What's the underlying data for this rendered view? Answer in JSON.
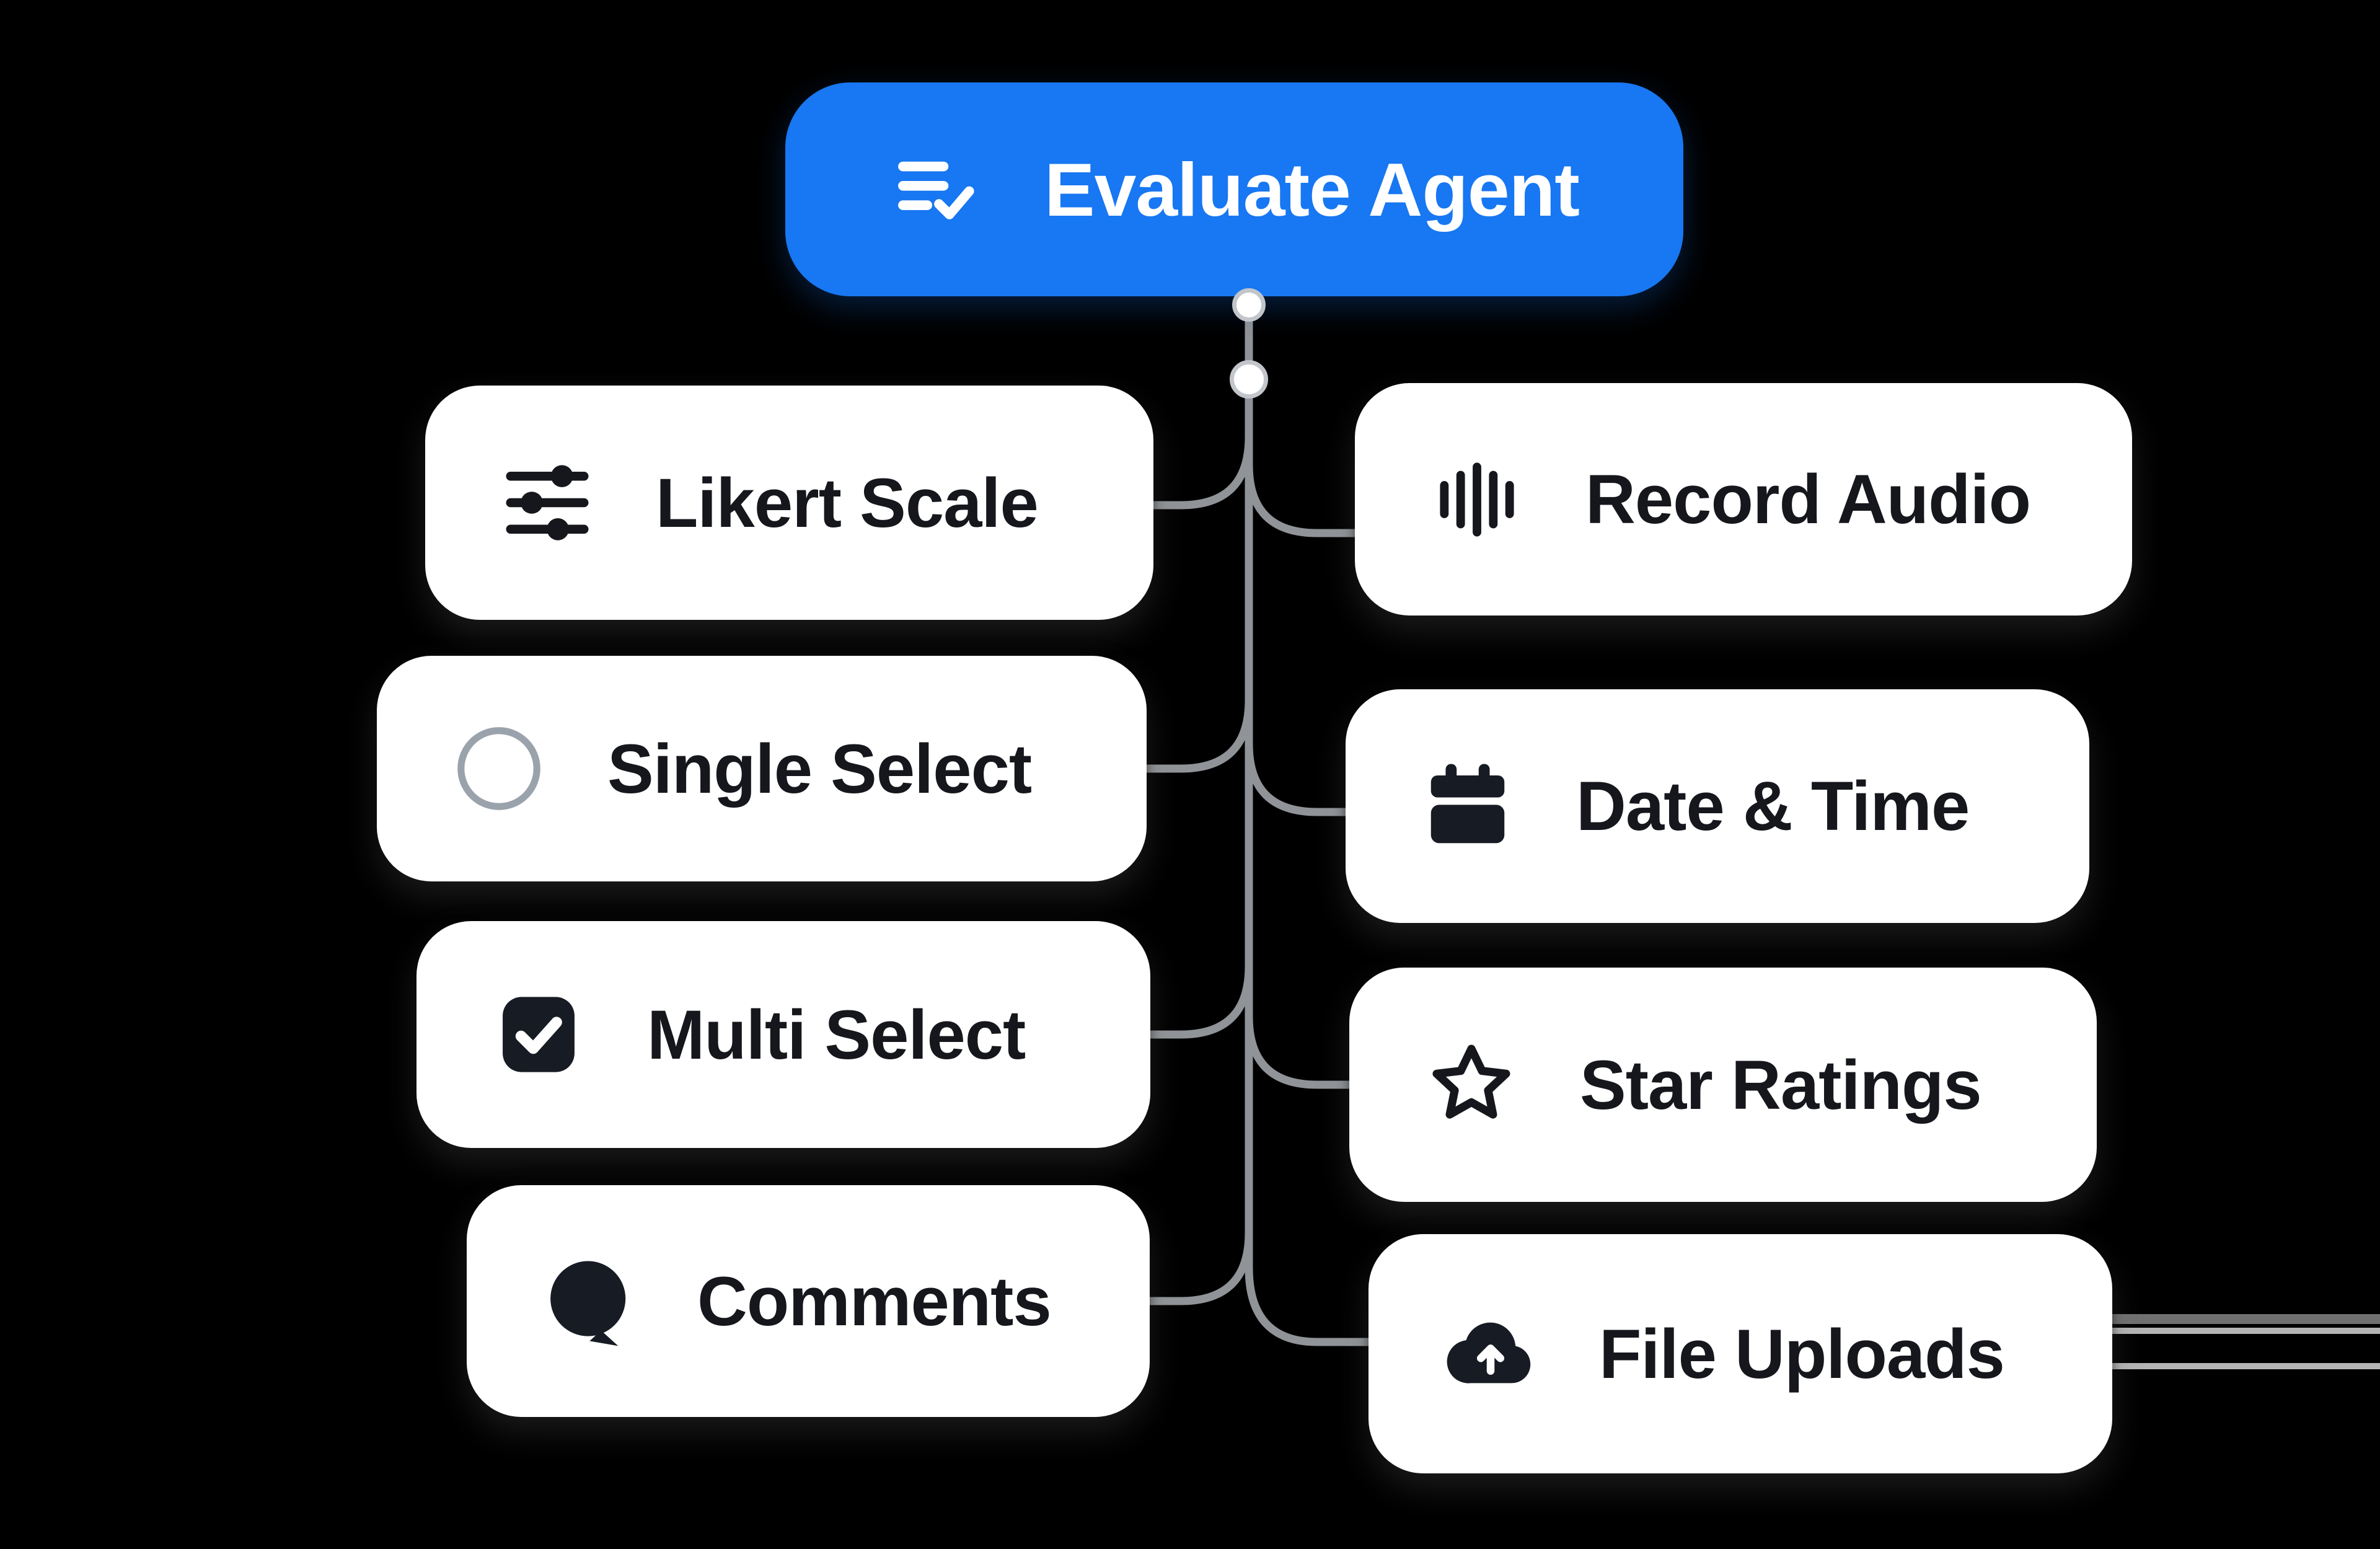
{
  "root_node": {
    "label": "Evaluate Agent",
    "icon": "checklist-icon"
  },
  "cards": {
    "left": [
      {
        "label": "Likert Scale",
        "icon": "sliders-icon"
      },
      {
        "label": "Single Select",
        "icon": "radio-circle-icon"
      },
      {
        "label": "Multi Select",
        "icon": "checkbox-icon"
      },
      {
        "label": "Comments",
        "icon": "speech-bubble-icon"
      }
    ],
    "right": [
      {
        "label": "Record Audio",
        "icon": "waveform-icon"
      },
      {
        "label": "Date & Time",
        "icon": "calendar-icon"
      },
      {
        "label": "Star Ratings",
        "icon": "star-icon"
      },
      {
        "label": "File Uploads",
        "icon": "cloud-upload-icon"
      }
    ]
  },
  "colors": {
    "background": "#000000",
    "accent_blue": "#1877F2",
    "card_background": "#ffffff",
    "card_text": "#15171c",
    "icon_dark": "#171b24",
    "connector_gray": "#909397",
    "radio_gray": "#9aa2ac"
  }
}
